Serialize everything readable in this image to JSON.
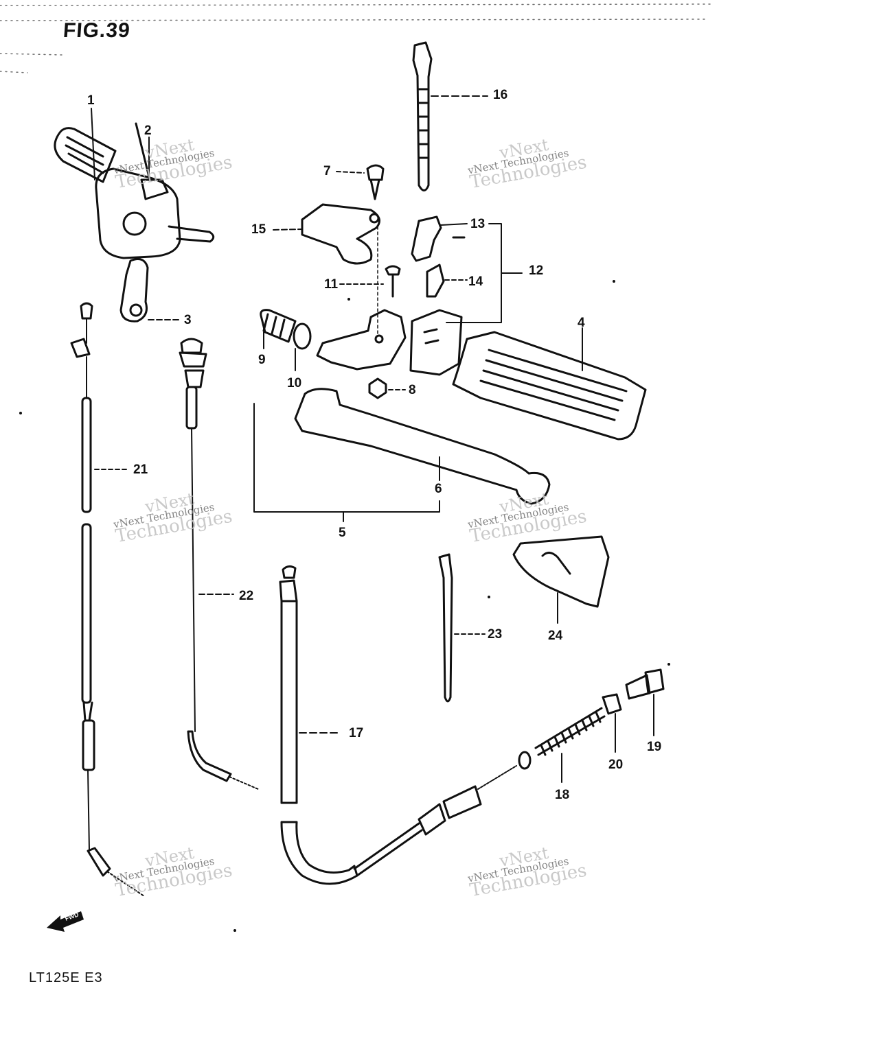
{
  "figure": {
    "title": "FIG.39",
    "model": "LT125E  E3"
  },
  "callouts": [
    {
      "id": "1",
      "label": "1"
    },
    {
      "id": "2",
      "label": "2"
    },
    {
      "id": "3",
      "label": "3"
    },
    {
      "id": "4",
      "label": "4"
    },
    {
      "id": "5",
      "label": "5"
    },
    {
      "id": "6",
      "label": "6"
    },
    {
      "id": "7",
      "label": "7"
    },
    {
      "id": "8",
      "label": "8"
    },
    {
      "id": "9",
      "label": "9"
    },
    {
      "id": "10",
      "label": "10"
    },
    {
      "id": "11",
      "label": "11"
    },
    {
      "id": "12",
      "label": "12"
    },
    {
      "id": "13",
      "label": "13"
    },
    {
      "id": "14",
      "label": "14"
    },
    {
      "id": "15",
      "label": "15"
    },
    {
      "id": "16",
      "label": "16"
    },
    {
      "id": "17",
      "label": "17"
    },
    {
      "id": "18",
      "label": "18"
    },
    {
      "id": "19",
      "label": "19"
    },
    {
      "id": "20",
      "label": "20"
    },
    {
      "id": "21",
      "label": "21"
    },
    {
      "id": "22",
      "label": "22"
    },
    {
      "id": "23",
      "label": "23"
    },
    {
      "id": "24",
      "label": "24"
    }
  ],
  "watermark": {
    "line1": "vNext",
    "line2": "vNext Technologies",
    "line3": "Technologies"
  },
  "direction_marker": {
    "label": "FWD",
    "icon": "forward-arrow-icon"
  },
  "colors": {
    "ink": "#111111",
    "watermark": "#c4c4c4"
  }
}
